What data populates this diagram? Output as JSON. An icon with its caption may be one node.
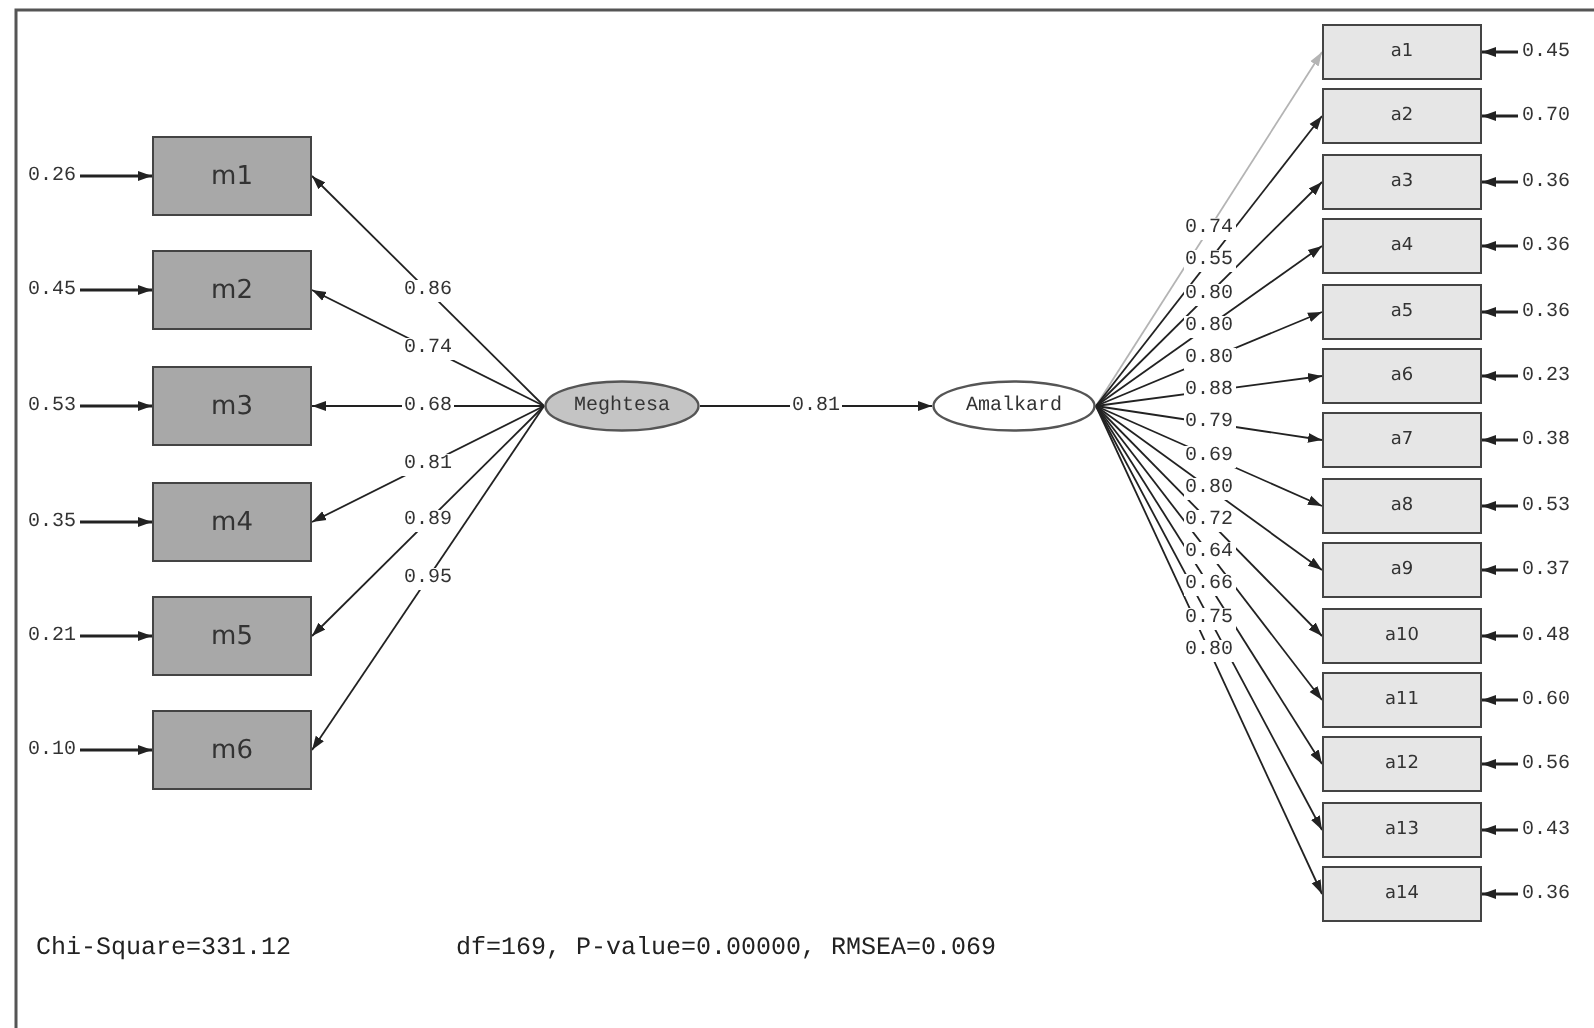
{
  "diagram": {
    "nodes": [
      {
        "text": [
          "m1"
        ]
      },
      {
        "text": [
          "m2"
        ]
      },
      {
        "text": [
          "m3"
        ]
      },
      {
        "text": [
          "m4"
        ]
      },
      {
        "text": [
          "m5"
        ]
      },
      {
        "text": [
          "m6"
        ]
      },
      {
        "text": [
          "Meghtesa"
        ]
      },
      {
        "text": [
          "Amalkard"
        ]
      },
      {
        "text": [
          "a1"
        ]
      },
      {
        "text": [
          "a2"
        ]
      },
      {
        "text": [
          "a3"
        ]
      },
      {
        "text": [
          "a4"
        ]
      },
      {
        "text": [
          "a5"
        ]
      },
      {
        "text": [
          "a6"
        ]
      },
      {
        "text": [
          "a7"
        ]
      },
      {
        "text": [
          "a8"
        ]
      },
      {
        "text": [
          "a9"
        ]
      },
      {
        "text": [
          "a10"
        ]
      },
      {
        "text": [
          "a11"
        ]
      },
      {
        "text": [
          "a12"
        ]
      },
      {
        "text": [
          "a13"
        ]
      },
      {
        "text": [
          "a14"
        ]
      }
    ],
    "edges": [
      {
        "from": null,
        "to": 0,
        "arrow": "to",
        "label": "0.26"
      },
      {
        "from": null,
        "to": 1,
        "arrow": "to",
        "label": "0.45"
      },
      {
        "from": null,
        "to": 2,
        "arrow": "to",
        "label": "0.53"
      },
      {
        "from": null,
        "to": 3,
        "arrow": "to",
        "label": "0.35"
      },
      {
        "from": null,
        "to": 4,
        "arrow": "to",
        "label": "0.21"
      },
      {
        "from": null,
        "to": 5,
        "arrow": "to",
        "label": "0.10"
      },
      {
        "from": 6,
        "to": 0,
        "arrow": "to",
        "label": "0.86"
      },
      {
        "from": 6,
        "to": 1,
        "arrow": "to",
        "label": "0.74"
      },
      {
        "from": 6,
        "to": 2,
        "arrow": "to",
        "label": "0.68"
      },
      {
        "from": 6,
        "to": 3,
        "arrow": "to",
        "label": "0.81"
      },
      {
        "from": 6,
        "to": 4,
        "arrow": "to",
        "label": "0.89"
      },
      {
        "from": 6,
        "to": 5,
        "arrow": "to",
        "label": "0.95"
      },
      {
        "from": 6,
        "to": 7,
        "arrow": "to",
        "label": "0.81"
      },
      {
        "from": 7,
        "to": 8,
        "arrow": "to",
        "label": "0.74",
        "color": "#b4b4b4"
      },
      {
        "from": 7,
        "to": 9,
        "arrow": "to",
        "label": "0.55"
      },
      {
        "from": 7,
        "to": 10,
        "arrow": "to",
        "label": "0.80"
      },
      {
        "from": 7,
        "to": 11,
        "arrow": "to",
        "label": "0.80"
      },
      {
        "from": 7,
        "to": 12,
        "arrow": "to",
        "label": "0.80"
      },
      {
        "from": 7,
        "to": 13,
        "arrow": "to",
        "label": "0.88"
      },
      {
        "from": 7,
        "to": 14,
        "arrow": "to",
        "label": "0.79"
      },
      {
        "from": 7,
        "to": 15,
        "arrow": "to",
        "label": "0.69"
      },
      {
        "from": 7,
        "to": 16,
        "arrow": "to",
        "label": "0.80"
      },
      {
        "from": 7,
        "to": 17,
        "arrow": "to",
        "label": "0.72"
      },
      {
        "from": 7,
        "to": 18,
        "arrow": "to",
        "label": "0.64"
      },
      {
        "from": 7,
        "to": 19,
        "arrow": "to",
        "label": "0.66"
      },
      {
        "from": 7,
        "to": 20,
        "arrow": "to",
        "label": "0.75"
      },
      {
        "from": 7,
        "to": 21,
        "arrow": "to",
        "label": "0.80"
      },
      {
        "from": null,
        "to": 8,
        "arrow": "to",
        "label": "0.45"
      },
      {
        "from": null,
        "to": 9,
        "arrow": "to",
        "label": "0.70"
      },
      {
        "from": null,
        "to": 10,
        "arrow": "to",
        "label": "0.36"
      },
      {
        "from": null,
        "to": 11,
        "arrow": "to",
        "label": "0.36"
      },
      {
        "from": null,
        "to": 12,
        "arrow": "to",
        "label": "0.36"
      },
      {
        "from": null,
        "to": 13,
        "arrow": "to",
        "label": "0.23"
      },
      {
        "from": null,
        "to": 14,
        "arrow": "to",
        "label": "0.38"
      },
      {
        "from": null,
        "to": 15,
        "arrow": "to",
        "label": "0.53"
      },
      {
        "from": null,
        "to": 16,
        "arrow": "to",
        "label": "0.37"
      },
      {
        "from": null,
        "to": 17,
        "arrow": "to",
        "label": "0.48"
      },
      {
        "from": null,
        "to": 18,
        "arrow": "to",
        "label": "0.60"
      },
      {
        "from": null,
        "to": 19,
        "arrow": "to",
        "label": "0.56"
      },
      {
        "from": null,
        "to": 20,
        "arrow": "to",
        "label": "0.43"
      },
      {
        "from": null,
        "to": 21,
        "arrow": "to",
        "label": "0.36"
      }
    ],
    "labels": [
      "Chi-Square=331.12",
      "df=169, P-value=0.00000, RMSEA=0.069"
    ]
  }
}
